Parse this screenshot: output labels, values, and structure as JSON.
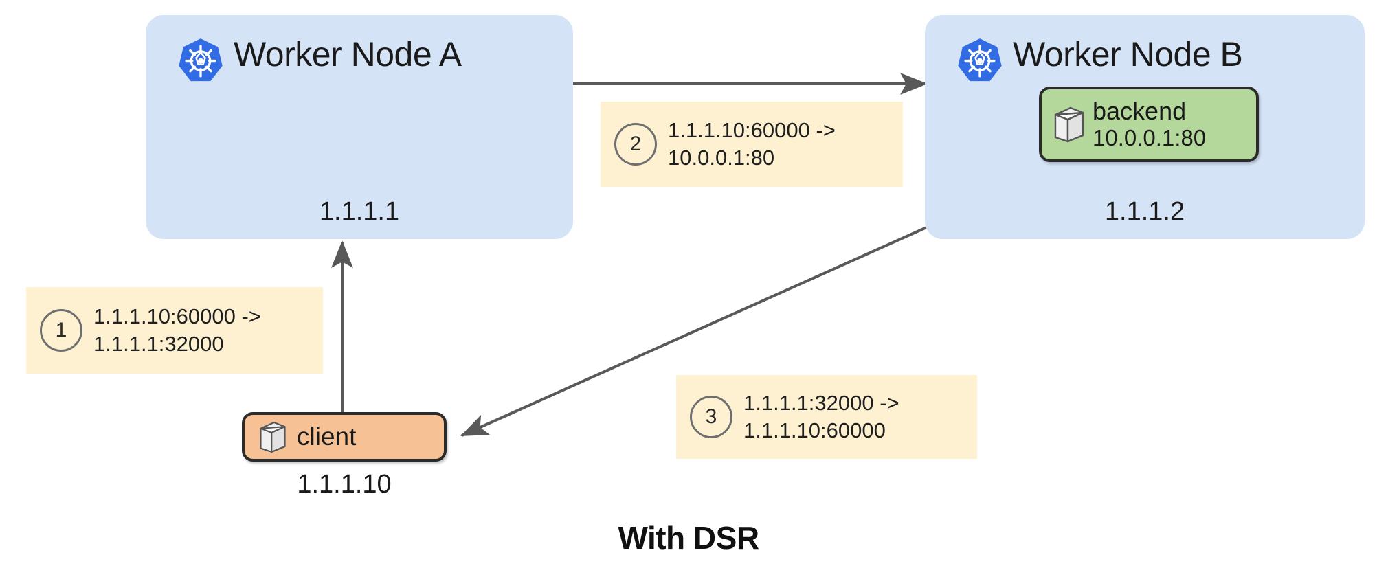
{
  "diagram": {
    "caption": "With DSR",
    "colors": {
      "node_fill": "#d4e3f6",
      "backend_pod_fill": "#b4d89b",
      "client_pod_fill": "#f6c195",
      "callout_fill": "#fdf1d2",
      "arrow_stroke": "#595959",
      "k8s_blue": "#326ce5",
      "pod_border": "#2b2b2b"
    }
  },
  "nodes": [
    {
      "id": "worker-node-a",
      "title": "Worker Node A",
      "ip": "1.1.1.1",
      "icon": "kubernetes-icon"
    },
    {
      "id": "worker-node-b",
      "title": "Worker Node B",
      "ip": "1.1.1.2",
      "icon": "kubernetes-icon"
    }
  ],
  "pods": [
    {
      "id": "backend-pod",
      "name": "backend",
      "ip": "10.0.0.1:80",
      "icon": "pod-cube-icon"
    },
    {
      "id": "client-pod",
      "name": "client",
      "ip": "1.1.1.10",
      "icon": "pod-cube-icon"
    }
  ],
  "callouts": [
    {
      "number": "1",
      "line1": "1.1.1.10:60000 ->",
      "line2": "1.1.1.1:32000"
    },
    {
      "number": "2",
      "line1": "1.1.1.10:60000 ->",
      "line2": "10.0.0.1:80"
    },
    {
      "number": "3",
      "line1": "1.1.1.1:32000 ->",
      "line2": "1.1.1.10:60000"
    }
  ],
  "arrows": [
    {
      "id": "client-to-node-a",
      "label": "vertical-arrow-up"
    },
    {
      "id": "node-a-to-node-b",
      "label": "horizontal-arrow-right"
    },
    {
      "id": "node-b-to-client",
      "label": "diagonal-arrow-down-left"
    }
  ]
}
